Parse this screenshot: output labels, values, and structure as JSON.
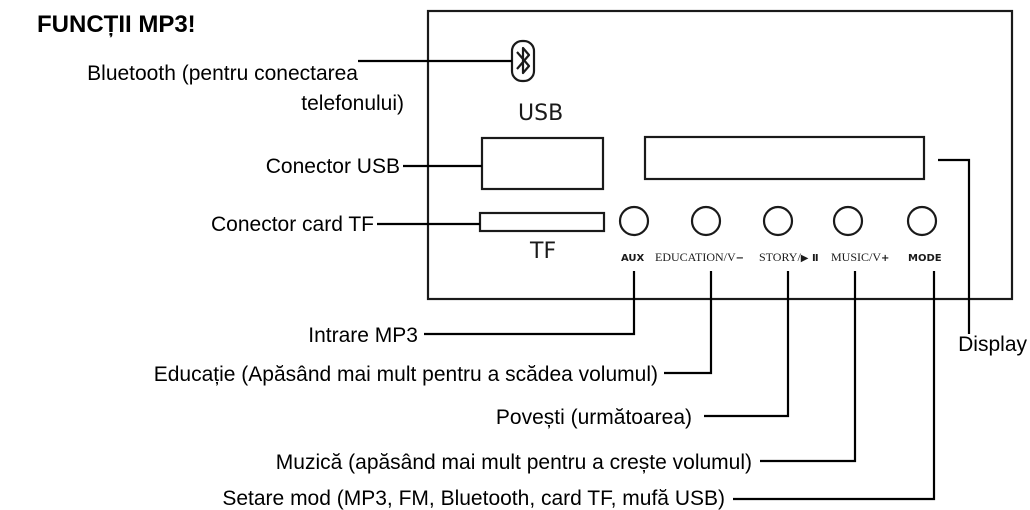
{
  "title": "FUNCȚII MP3!",
  "panel": {
    "usb_label": "USB",
    "tf_label": "TF",
    "buttons": [
      {
        "id": "aux",
        "label": "AUX"
      },
      {
        "id": "education",
        "label": "EDUCATION/V",
        "suffix": "−"
      },
      {
        "id": "story",
        "label": "STORY/",
        "suffix": "▶ Ⅱ"
      },
      {
        "id": "music",
        "label": "MUSIC/V",
        "suffix": "+"
      },
      {
        "id": "mode",
        "label": "MODE"
      }
    ]
  },
  "callouts": {
    "bluetooth_line1": "Bluetooth (pentru conectarea",
    "bluetooth_line2": "telefonului)",
    "usb_connector": "Conector USB",
    "tf_connector": "Conector card TF",
    "mp3_input": "Intrare MP3",
    "education": "Educație (Apăsând mai mult pentru a scădea volumul)",
    "stories": "Povești (următoarea)",
    "music": "Muzică (apăsând mai mult pentru a crește volumul)",
    "mode": "Setare mod (MP3, FM, Bluetooth, card TF, mufă USB)",
    "display": "Display"
  },
  "icons": {
    "bluetooth": "bluetooth-icon"
  }
}
